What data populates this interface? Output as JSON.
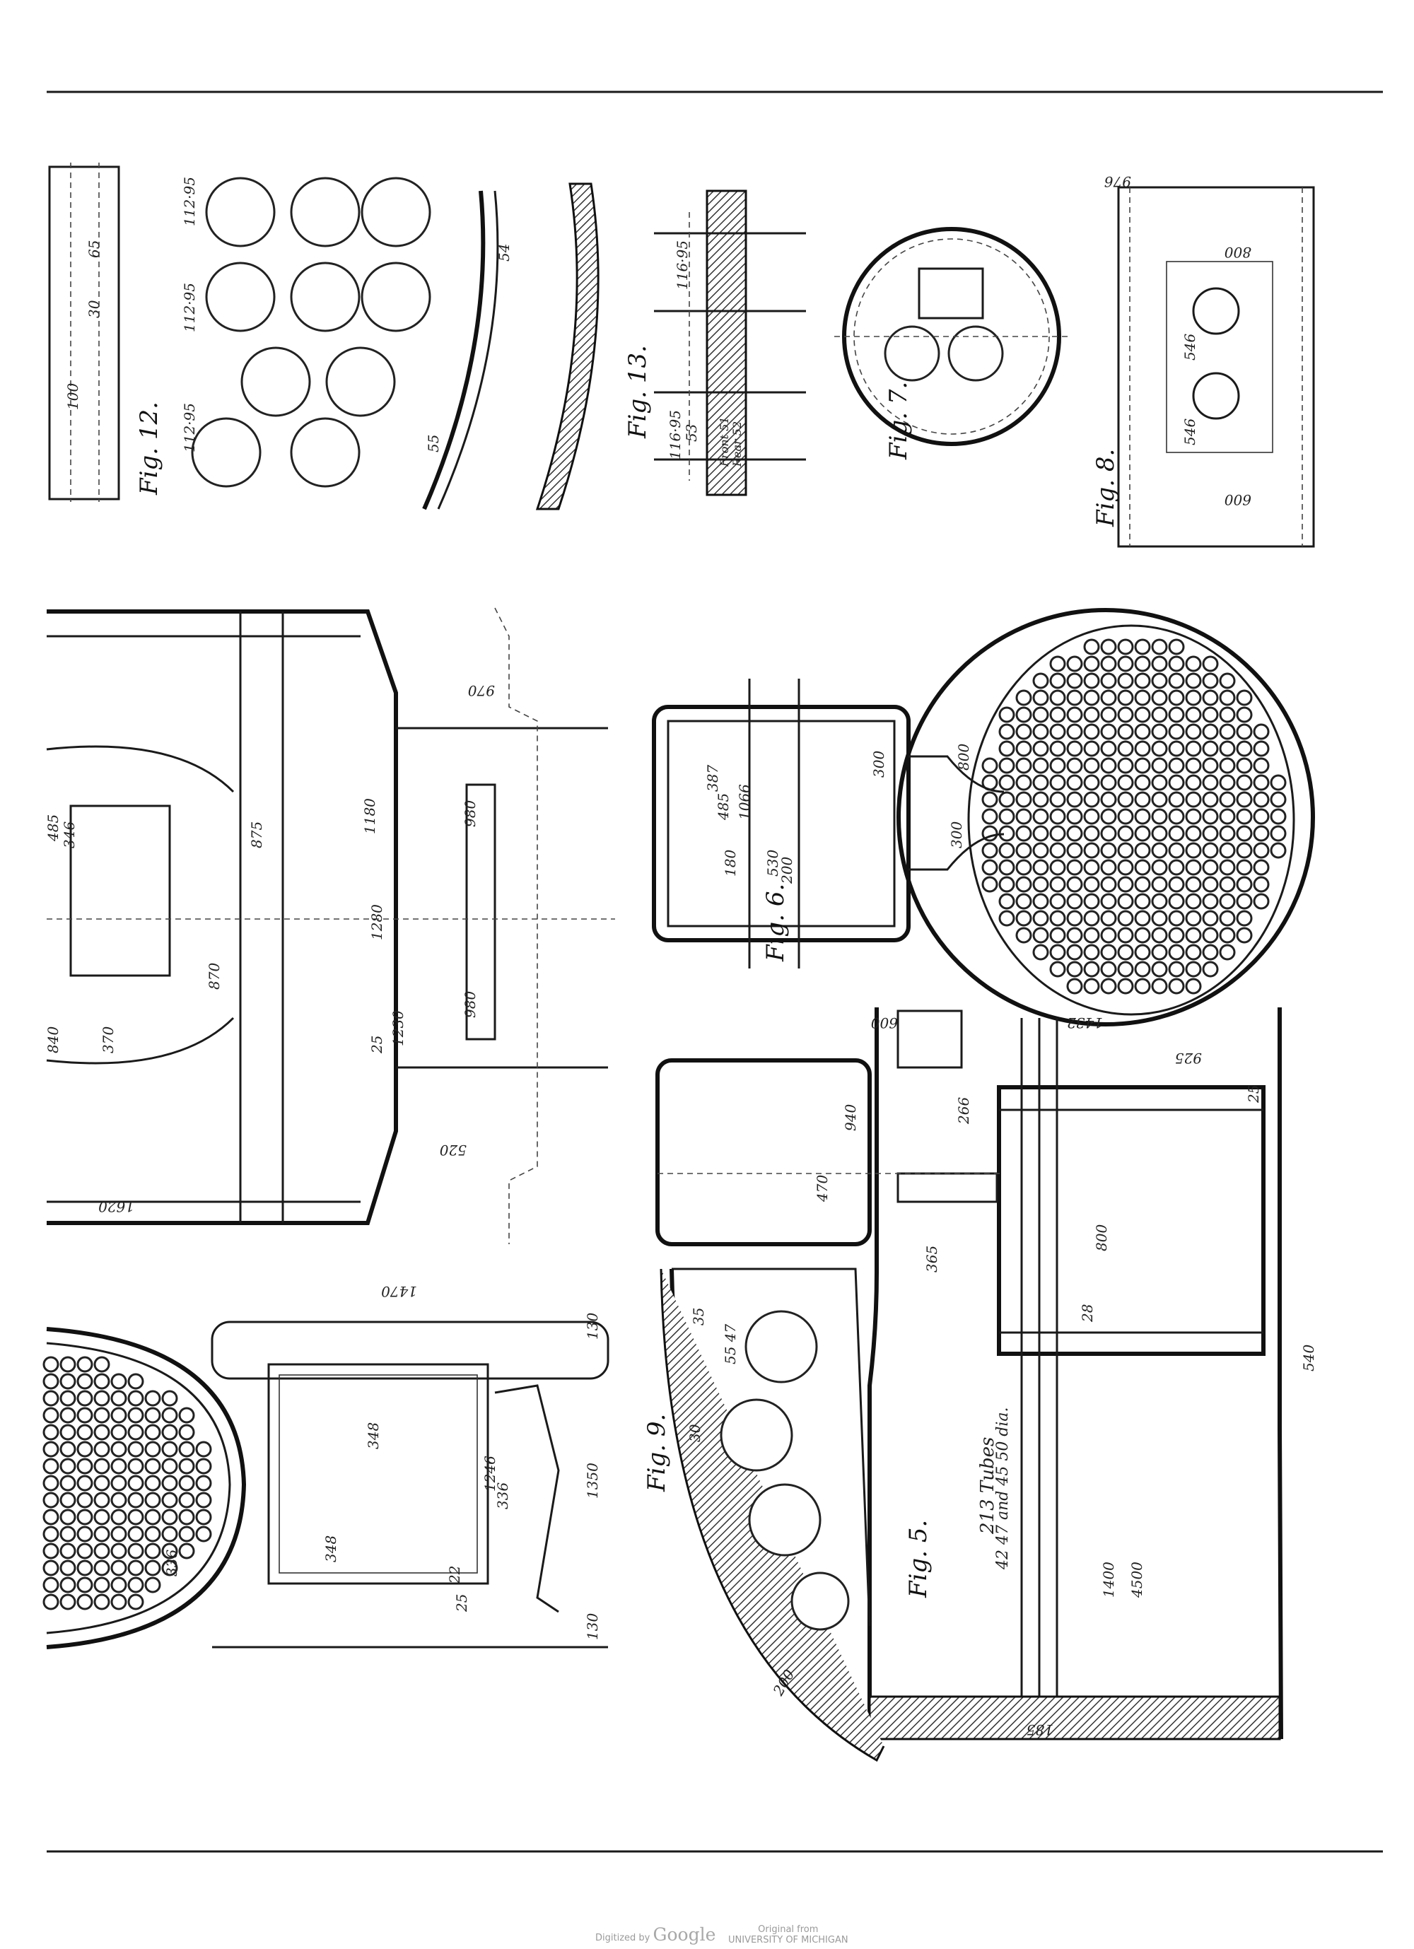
{
  "figures": {
    "fig12": "Fig. 12.",
    "fig13": "Fig. 13.",
    "fig7": "Fig. 7.",
    "fig8": "Fig. 8.",
    "fig6": "Fig. 6.",
    "fig9": "Fig. 9.",
    "fig5": "Fig. 5."
  },
  "annotations": {
    "tubes_count": "213 Tubes",
    "tubes_dia": "42 47 and 45 50 dia.",
    "fig13_dim_a": "116·95",
    "fig13_dim_b": "116·95",
    "fig13_dim_c": "53",
    "fig13_front": "Front 51",
    "fig13_rear": "Rear 52"
  },
  "dimensions": {
    "fig12": [
      "65",
      "30",
      "100",
      "112·95",
      "112·95",
      "112·95",
      "54",
      "55"
    ],
    "fig8": [
      "976",
      "800",
      "600",
      "546",
      "546"
    ],
    "left_mid": [
      "1620",
      "1180",
      "1280",
      "1230",
      "980",
      "980",
      "875",
      "870",
      "840",
      "370",
      "520",
      "485",
      "346",
      "25",
      "970"
    ],
    "fig6": [
      "387",
      "485",
      "1066",
      "180",
      "530",
      "300",
      "800",
      "300",
      "200"
    ],
    "fig5": [
      "600",
      "1432",
      "925",
      "940",
      "470",
      "266",
      "365",
      "800",
      "540",
      "1400",
      "4500",
      "185",
      "25",
      "28"
    ],
    "fig9": [
      "35",
      "30",
      "55 47",
      "200"
    ],
    "left_bottom": [
      "1470",
      "130",
      "1350",
      "130",
      "1246",
      "336",
      "22",
      "25",
      "348",
      "348",
      "336"
    ]
  },
  "footer": {
    "digitized_by": "Digitized by",
    "google": "Google",
    "original_from": "Original from",
    "university": "UNIVERSITY OF MICHIGAN"
  }
}
